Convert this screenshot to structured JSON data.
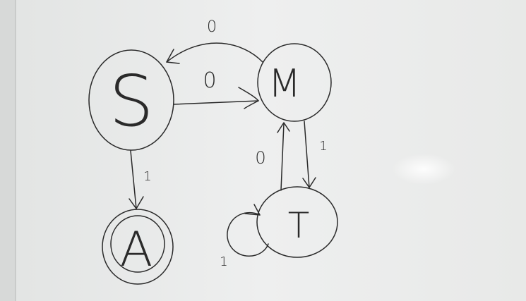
{
  "diagram": {
    "states": [
      {
        "id": "S",
        "label": "S",
        "accepting": false
      },
      {
        "id": "M",
        "label": "M",
        "accepting": false
      },
      {
        "id": "A",
        "label": "A",
        "accepting": true
      },
      {
        "id": "T",
        "label": "T",
        "accepting": false
      }
    ],
    "transitions": [
      {
        "from": "M",
        "to": "S",
        "label": "0"
      },
      {
        "from": "S",
        "to": "M",
        "label": "0"
      },
      {
        "from": "S",
        "to": "A",
        "label": "1"
      },
      {
        "from": "M",
        "to": "T",
        "label": "1"
      },
      {
        "from": "T",
        "to": "M",
        "label": "0"
      },
      {
        "from": "T",
        "to": "T",
        "label": "1"
      }
    ]
  }
}
